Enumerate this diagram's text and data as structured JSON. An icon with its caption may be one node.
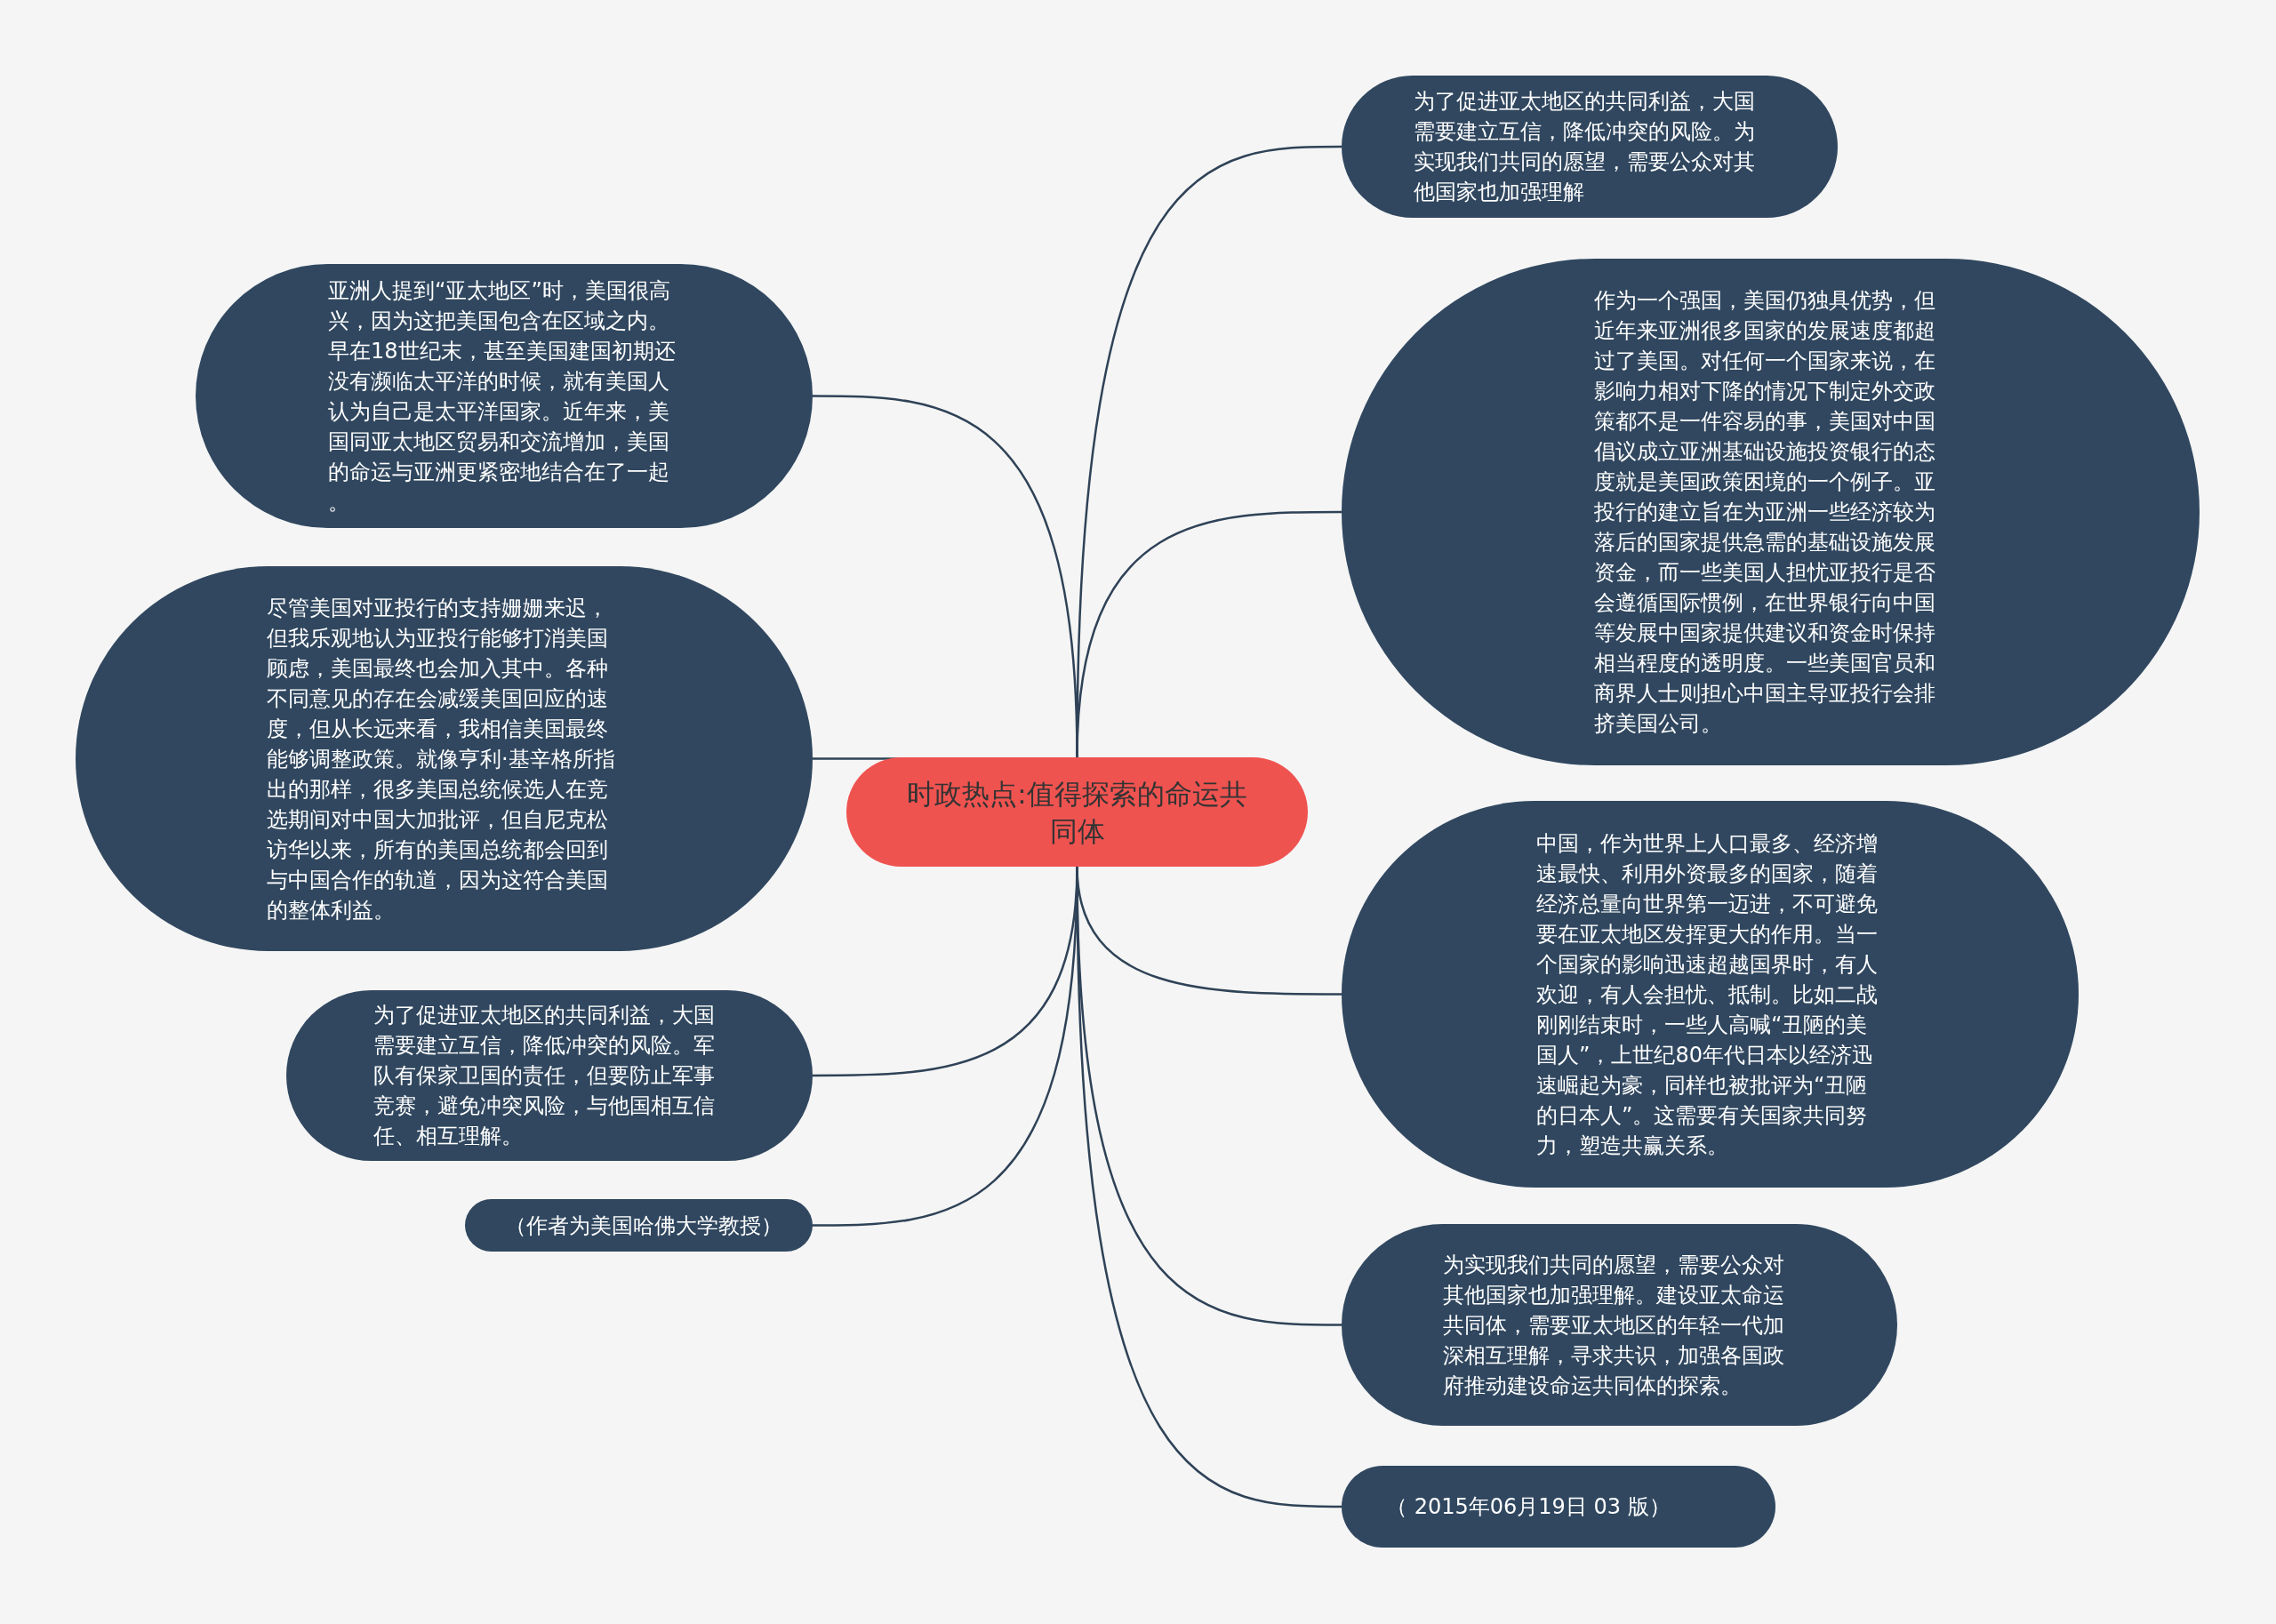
{
  "diagram": {
    "nodes": [
      {
        "text": [
          "时政热点:值得探索的命运共同体"
        ]
      },
      {
        "text": [
          "为了促进亚太地区的共同利益，大国需要建立互信，降低冲突的风险。为实现我们共同的愿望，需要公众对其他国家也加强理解"
        ]
      },
      {
        "text": [
          "作为一个强国，美国仍独具优势，但近年来亚洲很多国家的发展速度都超过了美国。对任何一个国家来说，在影响力相对下降的情况下制定外交政策都不是一件容易的事，美国对中国倡议成立亚洲基础设施投资银行的态度就是美国政策困境的一个例子。亚投行的建立旨在为亚洲一些经济较为落后的国家提供急需的基础设施发展资金，而一些美国人担忧亚投行是否会遵循国际惯例，在世界银行向中国等发展中国家提供建议和资金时保持相当程度的透明度。一些美国官员和商界人士则担心中国主导亚投行会排挤美国公司。"
        ]
      },
      {
        "text": [
          "中国，作为世界上人口最多、经济增速最快、利用外资最多的国家，随着经济总量向世界第一迈进，不可避免要在亚太地区发挥更大的作用。当一个国家的影响迅速超越国界时，有人欢迎，有人会担忧、抵制。比如二战刚刚结束时，一些人高喊“丑陋的美国人”，上世纪80年代日本以经济迅速崛起为豪，同样也被批评为“丑陋的日本人”。这需要有关国家共同努力，塑造共赢关系。"
        ]
      },
      {
        "text": [
          "为实现我们共同的愿望，需要公众对其他国家也加强理解。建设亚太命运共同体，需要亚太地区的年轻一代加深相互理解，寻求共识，加强各国政府推动建设命运共同体的探索。"
        ]
      },
      {
        "text": [
          "（ 2015年06月19日 03 版）"
        ]
      },
      {
        "text": [
          "亚洲人提到“亚太地区”时，美国很高兴，因为这把美国包含在区域之内。早在18世纪末，甚至美国建国初期还没有濒临太平洋的时候，就有美国人认为自己是太平洋国家。近年来，美国同亚太地区贸易和交流增加，美国的命运与亚洲更紧密地结合在了一起。"
        ]
      },
      {
        "text": [
          "尽管美国对亚投行的支持姗姗来迟，但我乐观地认为亚投行能够打消美国顾虑，美国最终也会加入其中。各种不同意见的存在会减缓美国回应的速度，但从长远来看，我相信美国最终能够调整政策。就像亨利·基辛格所指出的那样，很多美国总统候选人在竞选期间对中国大加批评，但自尼克松访华以来，所有的美国总统都会回到与中国合作的轨道，因为这符合美国的整体利益。"
        ]
      },
      {
        "text": [
          "为了促进亚太地区的共同利益，大国需要建立互信，降低冲突的风险。军队有保家卫国的责任，但要防止军事竞赛，避免冲突风险，与他国相互信任、相互理解。"
        ]
      },
      {
        "text": [
          "（作者为美国哈佛大学教授）"
        ]
      }
    ],
    "edges": [
      {
        "from": 0,
        "to": 1,
        "arrow": "none"
      },
      {
        "from": 0,
        "to": 2,
        "arrow": "none"
      },
      {
        "from": 0,
        "to": 3,
        "arrow": "none"
      },
      {
        "from": 0,
        "to": 4,
        "arrow": "none"
      },
      {
        "from": 0,
        "to": 5,
        "arrow": "none"
      },
      {
        "from": 0,
        "to": 6,
        "arrow": "none"
      },
      {
        "from": 0,
        "to": 7,
        "arrow": "none"
      },
      {
        "from": 0,
        "to": 8,
        "arrow": "none"
      },
      {
        "from": 0,
        "to": 9,
        "arrow": "none"
      }
    ]
  }
}
